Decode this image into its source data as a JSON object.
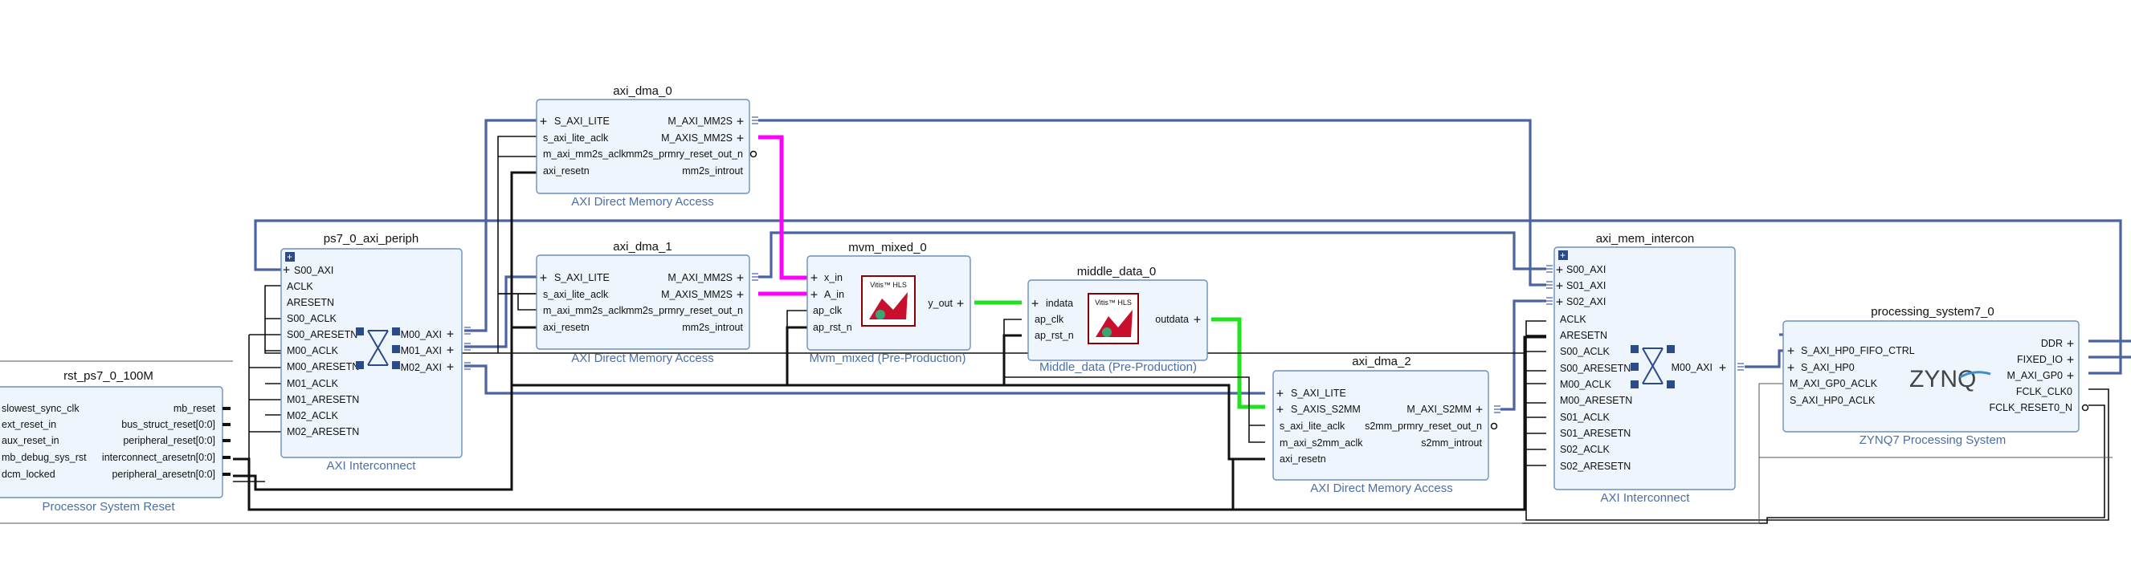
{
  "blocks": {
    "rst": {
      "name": "rst_ps7_0_100M",
      "subtitle": "Processor System Reset",
      "inputs": [
        "slowest_sync_clk",
        "ext_reset_in",
        "aux_reset_in",
        "mb_debug_sys_rst",
        "dcm_locked"
      ],
      "outputs": [
        "mb_reset",
        "bus_struct_reset[0:0]",
        "peripheral_reset[0:0]",
        "interconnect_aresetn[0:0]",
        "peripheral_aresetn[0:0]"
      ]
    },
    "periph": {
      "name": "ps7_0_axi_periph",
      "subtitle": "AXI Interconnect",
      "inputs": [
        "S00_AXI",
        "ACLK",
        "ARESETN",
        "S00_ACLK",
        "S00_ARESETN",
        "M00_ACLK",
        "M00_ARESETN",
        "M01_ACLK",
        "M01_ARESETN",
        "M02_ACLK",
        "M02_ARESETN"
      ],
      "outputs": [
        "M00_AXI",
        "M01_AXI",
        "M02_AXI"
      ]
    },
    "dma0": {
      "name": "axi_dma_0",
      "subtitle": "AXI Direct Memory Access",
      "inputs": [
        "S_AXI_LITE",
        "s_axi_lite_aclk",
        "m_axi_mm2s_aclk",
        "axi_resetn"
      ],
      "outputs": [
        "M_AXI_MM2S",
        "M_AXIS_MM2S",
        "mm2s_prmry_reset_out_n",
        "mm2s_introut"
      ]
    },
    "dma1": {
      "name": "axi_dma_1",
      "subtitle": "AXI Direct Memory Access",
      "inputs": [
        "S_AXI_LITE",
        "s_axi_lite_aclk",
        "m_axi_mm2s_aclk",
        "axi_resetn"
      ],
      "outputs": [
        "M_AXI_MM2S",
        "M_AXIS_MM2S",
        "mm2s_prmry_reset_out_n",
        "mm2s_introut"
      ]
    },
    "mvm": {
      "name": "mvm_mixed_0",
      "subtitle": "Mvm_mixed (Pre-Production)",
      "inputs": [
        "x_in",
        "A_in",
        "ap_clk",
        "ap_rst_n"
      ],
      "outputs": [
        "y_out"
      ],
      "logo": "Vitis™ HLS"
    },
    "middle": {
      "name": "middle_data_0",
      "subtitle": "Middle_data (Pre-Production)",
      "inputs": [
        "indata",
        "ap_clk",
        "ap_rst_n"
      ],
      "outputs": [
        "outdata"
      ],
      "logo": "Vitis™ HLS"
    },
    "dma2": {
      "name": "axi_dma_2",
      "subtitle": "AXI Direct Memory Access",
      "inputs": [
        "S_AXI_LITE",
        "S_AXIS_S2MM",
        "s_axi_lite_aclk",
        "m_axi_s2mm_aclk",
        "axi_resetn"
      ],
      "outputs": [
        "M_AXI_S2MM",
        "s2mm_prmry_reset_out_n",
        "s2mm_introut"
      ]
    },
    "memic": {
      "name": "axi_mem_intercon",
      "subtitle": "AXI Interconnect",
      "inputs": [
        "S00_AXI",
        "S01_AXI",
        "S02_AXI",
        "ACLK",
        "ARESETN",
        "S00_ACLK",
        "S00_ARESETN",
        "M00_ACLK",
        "M00_ARESETN",
        "S01_ACLK",
        "S01_ARESETN",
        "S02_ACLK",
        "S02_ARESETN"
      ],
      "outputs": [
        "M00_AXI"
      ]
    },
    "ps7": {
      "name": "processing_system7_0",
      "subtitle": "ZYNQ7 Processing System",
      "inputs": [
        "S_AXI_HP0_FIFO_CTRL",
        "S_AXI_HP0",
        "M_AXI_GP0_ACLK",
        "S_AXI_HP0_ACLK"
      ],
      "outputs": [
        "DDR",
        "FIXED_IO",
        "M_AXI_GP0",
        "FCLK_CLK0",
        "FCLK_RESET0_N"
      ],
      "logo": "ZYNQ"
    }
  },
  "colors": {
    "block_fill": "#eef5fc",
    "block_border": "#6a8fbf",
    "bus": "#4b63a5",
    "net": "#111111",
    "axis_magenta": "#ff00ff",
    "axis_green": "#22e11f",
    "subtitle": "#4a6fa5"
  }
}
